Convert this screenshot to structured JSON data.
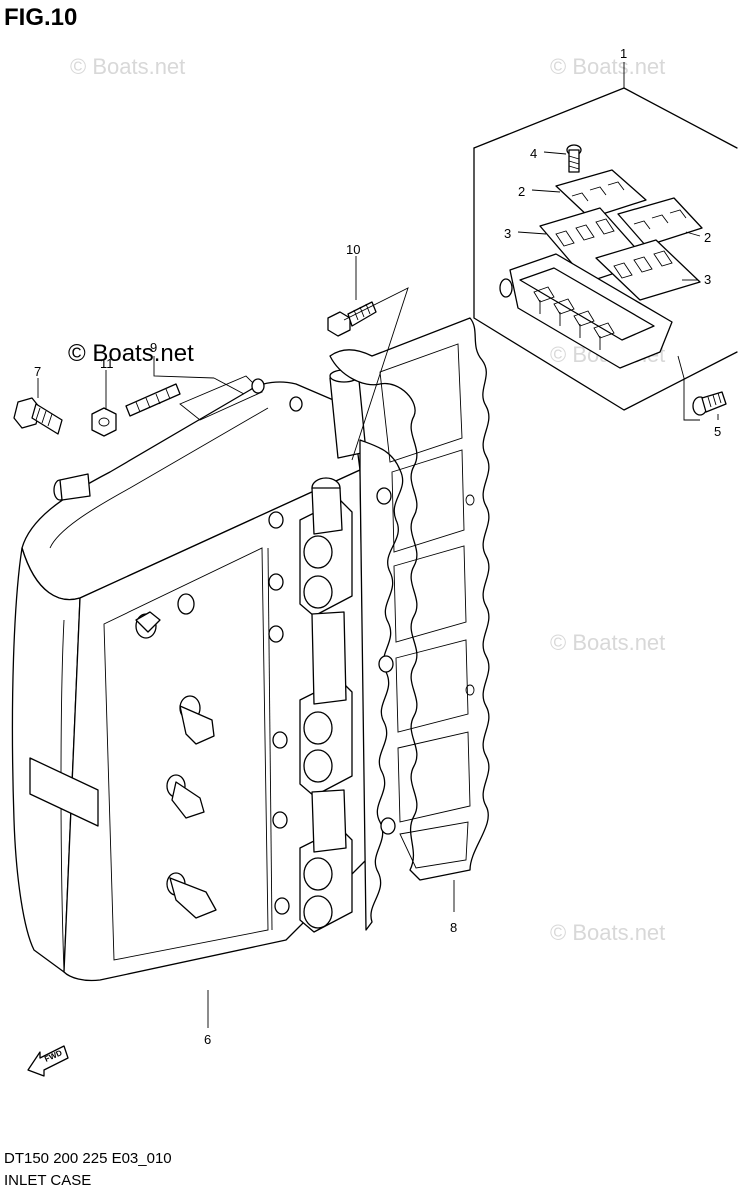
{
  "figure": {
    "title": "FIG.10"
  },
  "footer": {
    "model_code": "DT150 200 225 E03_010",
    "caption": "INLET CASE"
  },
  "watermark": {
    "text": "© Boats.net"
  },
  "callouts": [
    {
      "id": "1",
      "label": "1"
    },
    {
      "id": "2a",
      "label": "2"
    },
    {
      "id": "2b",
      "label": "2"
    },
    {
      "id": "3a",
      "label": "3"
    },
    {
      "id": "3b",
      "label": "3"
    },
    {
      "id": "4",
      "label": "4"
    },
    {
      "id": "5",
      "label": "5"
    },
    {
      "id": "6",
      "label": "6"
    },
    {
      "id": "7",
      "label": "7"
    },
    {
      "id": "8",
      "label": "8"
    },
    {
      "id": "9",
      "label": "9"
    },
    {
      "id": "10",
      "label": "10"
    },
    {
      "id": "11",
      "label": "11"
    }
  ],
  "direction_marker": {
    "label": "FWD"
  }
}
